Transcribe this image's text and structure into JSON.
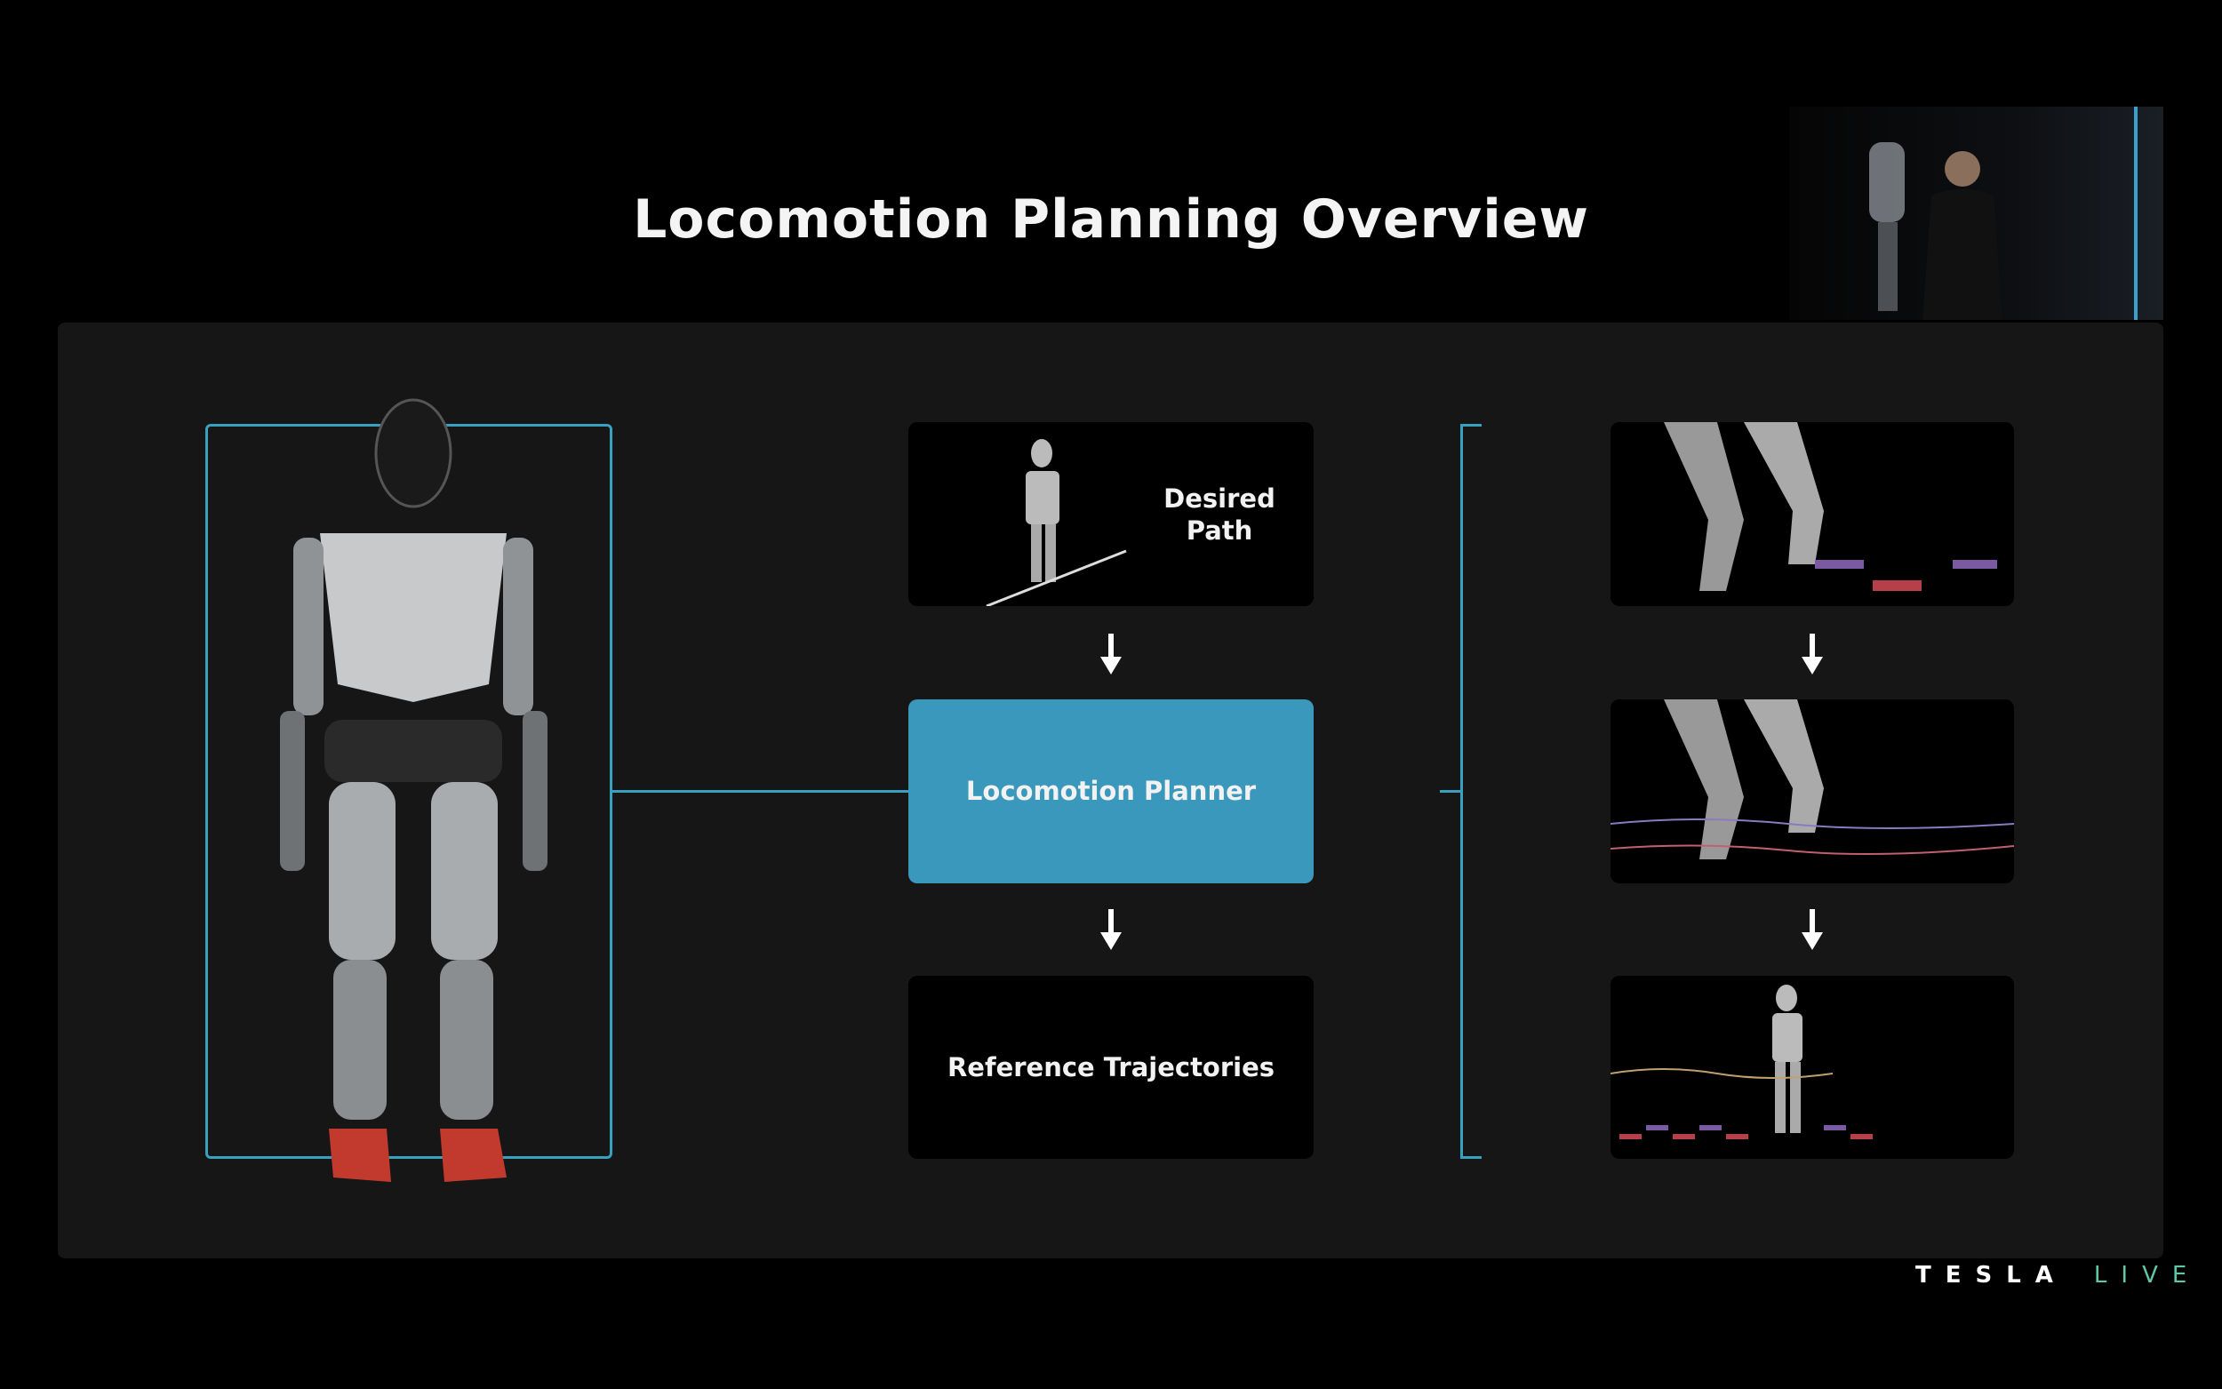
{
  "slide": {
    "title": "Locomotion Planning Overview",
    "accent_color": "#3aa0c0",
    "planner_color": "#3a98bd"
  },
  "flow": {
    "desired_path": "Desired Path",
    "planner": "Locomotion Planner",
    "reference": "Reference Trajectories"
  },
  "right_column": {
    "panels": [
      "footstep-plan-render",
      "swing-trajectory-render",
      "walking-robot-render"
    ]
  },
  "branding": {
    "tesla": "TESLA",
    "live": "LIVE"
  }
}
